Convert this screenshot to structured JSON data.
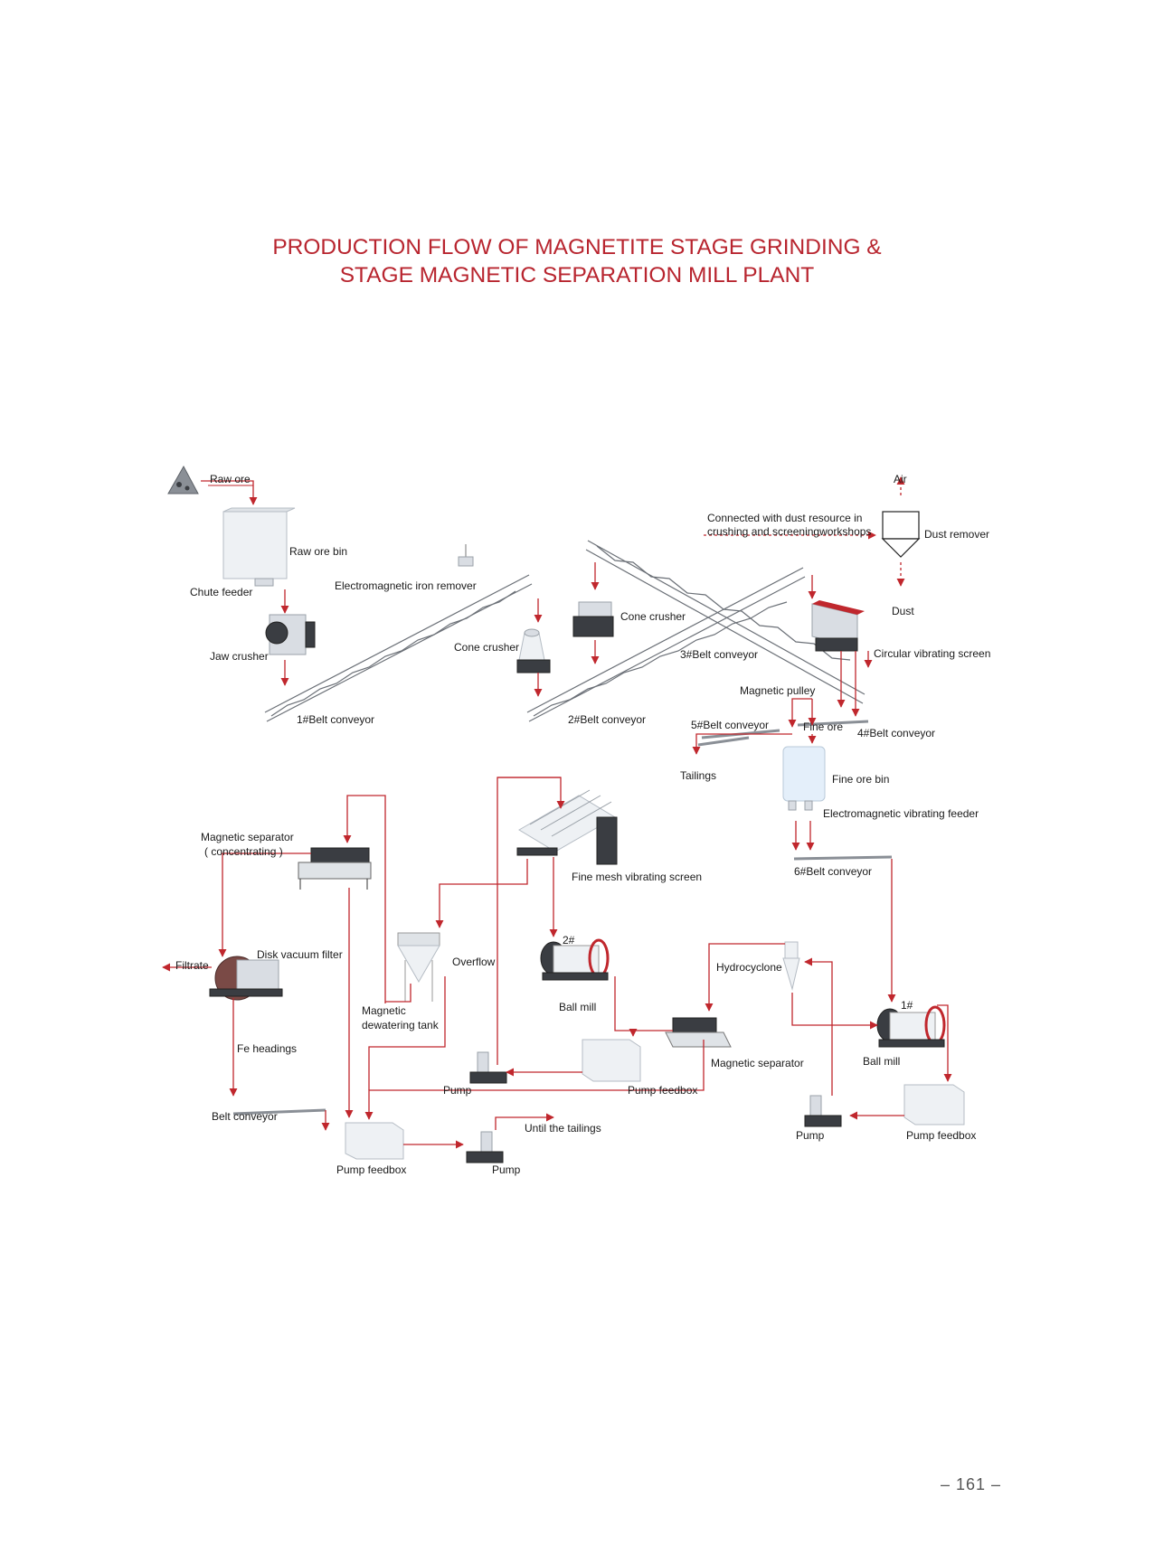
{
  "title": {
    "line1": "PRODUCTION FLOW OF MAGNETITE STAGE GRINDING &",
    "line2": "STAGE MAGNETIC SEPARATION MILL PLANT"
  },
  "labels": {
    "raw_ore": "Raw ore",
    "raw_ore_bin": "Raw ore bin",
    "chute_feeder": "Chute feeder",
    "em_iron_remover": "Electromagnetic iron remover",
    "jaw_crusher": "Jaw crusher",
    "belt1": "1#Belt conveyor",
    "cone_crusher_1": "Cone crusher",
    "belt2": "2#Belt conveyor",
    "cone_crusher_2": "Cone crusher",
    "belt3": "3#Belt conveyor",
    "air": "Air",
    "dust_note_1": "Connected with dust resource in",
    "dust_note_2": "crushing and screeningworkshops",
    "dust_remover": "Dust remover",
    "dust": "Dust",
    "circular_screen": "Circular vibrating screen",
    "magnetic_pulley": "Magnetic pulley",
    "belt5": "5#Belt conveyor",
    "fine_ore": "Fine ore",
    "belt4": "4#Belt conveyor",
    "tailings": "Tailings",
    "fine_ore_bin": "Fine ore bin",
    "em_vib_feeder": "Electromagnetic vibrating feeder",
    "belt6": "6#Belt conveyor",
    "mag_sep_conc_1": "Magnetic separator",
    "mag_sep_conc_2": "( concentrating )",
    "fine_mesh_screen": "Fine mesh vibrating screen",
    "filtrate": "Filtrate",
    "disk_filter": "Disk vacuum filter",
    "overflow": "Overflow",
    "mill2_tag": "2#",
    "ball_mill_2": "Ball mill",
    "hydrocyclone": "Hydrocyclone",
    "mill1_tag": "1#",
    "mag_dewater_1": "Magnetic",
    "mag_dewater_2": "dewatering tank",
    "fe_headings": "Fe headings",
    "mag_sep": "Magnetic separator",
    "ball_mill_1": "Ball mill",
    "pump_a": "Pump",
    "pump_feedbox_a": "Pump feedbox",
    "belt_conveyor": "Belt conveyor",
    "until_tailings": "Until the tailings",
    "pump_b": "Pump",
    "pump_feedbox_b": "Pump feedbox",
    "pump_feedbox_c": "Pump feedbox",
    "pump_c": "Pump"
  },
  "colors": {
    "title": "#b8252f",
    "flow": "#c0272d"
  },
  "page_number": "–  161  –"
}
